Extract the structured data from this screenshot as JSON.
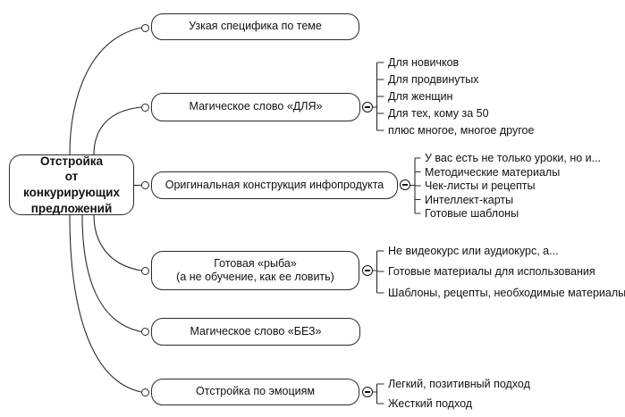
{
  "diagram": {
    "root": {
      "label": "Отстройка\nот конкурирующих\nпредложений"
    },
    "branches": [
      {
        "label": "Узкая специфика по теме",
        "children": []
      },
      {
        "label": "Магическое слово «ДЛЯ»",
        "children": [
          "Для новичков",
          "Для продвинутых",
          "Для женщин",
          "Для тех, кому за 50",
          "плюс многое, многое другое"
        ]
      },
      {
        "label": "Оригинальная конструкция инфопродукта",
        "children": [
          "У вас есть не только уроки, но и...",
          "Методические материалы",
          "Чек-листы и рецепты",
          "Интеллект-карты",
          "Готовые шаблоны"
        ]
      },
      {
        "label": "Готовая «рыба»\n(а не обучение, как ее ловить)",
        "children": [
          "Не видеокурс или аудиокурс, а...",
          "Готовые материалы для использования",
          "Шаблоны, рецепты, необходимые материалы"
        ]
      },
      {
        "label": "Магическое слово «БЕЗ»",
        "children": []
      },
      {
        "label": "Отстройка по эмоциям",
        "children": [
          "Легкий, позитивный подход",
          "Жесткий подход"
        ]
      }
    ],
    "icons": {
      "collapse": "minus-circle",
      "port": "open-circle"
    },
    "colors": {
      "line": "#2a2a2a",
      "text": "#111111",
      "node_fill": "#ffffff",
      "background": "#ffffff"
    }
  }
}
